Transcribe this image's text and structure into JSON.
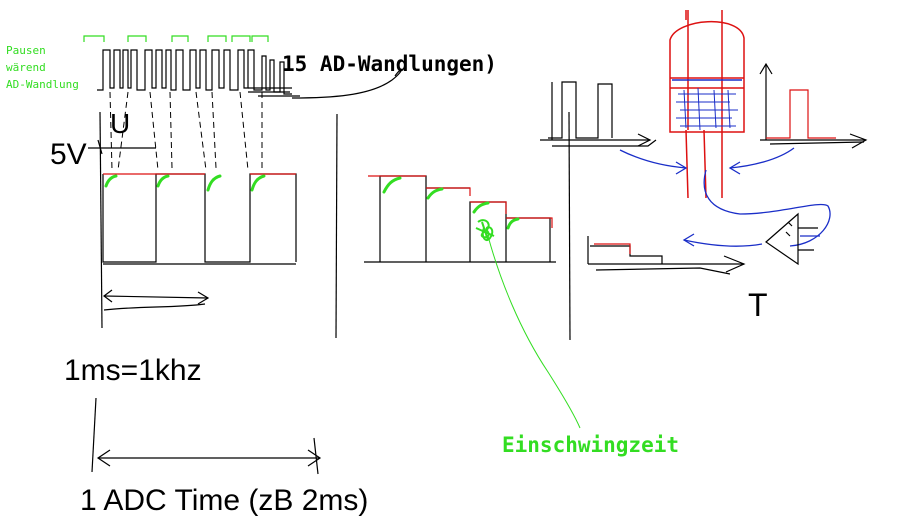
{
  "labels": {
    "pauses_line1": "Pausen",
    "pauses_line2": "wärend",
    "pauses_line3": "AD-Wandlung",
    "conversions": "15 AD-Wandlungen)",
    "axis_u": "U",
    "five_v": "5V",
    "ms_khz": "1ms=1khz",
    "settling": "Einschwingzeit",
    "axis_t": "T",
    "adc_time": "1 ADC Time (zB 2ms)"
  },
  "colors": {
    "ink": "#000000",
    "green": "#33dd22",
    "red": "#dd1111",
    "blue": "#1a2ec8"
  }
}
